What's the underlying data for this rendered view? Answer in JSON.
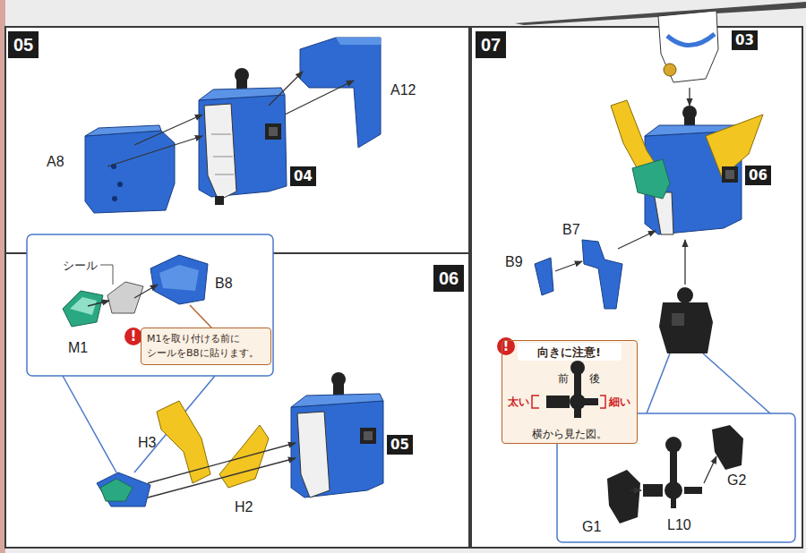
{
  "diagram": {
    "nodes": [
      {
        "text": [
          "M1を取り付ける前に シールをB8に貼ります。"
        ]
      },
      {
        "text": [
          "向きに注意!",
          "前",
          "後",
          "太い",
          "細い",
          "横から見た図。"
        ]
      }
    ],
    "labels": [
      "05",
      "A12",
      "A8",
      "04",
      "シール",
      "B8",
      "!",
      "M1",
      "06",
      "H3",
      "05",
      "H2",
      "07",
      "03",
      "06",
      "B7",
      "B9",
      "!",
      "G2",
      "G1",
      "L10"
    ]
  }
}
